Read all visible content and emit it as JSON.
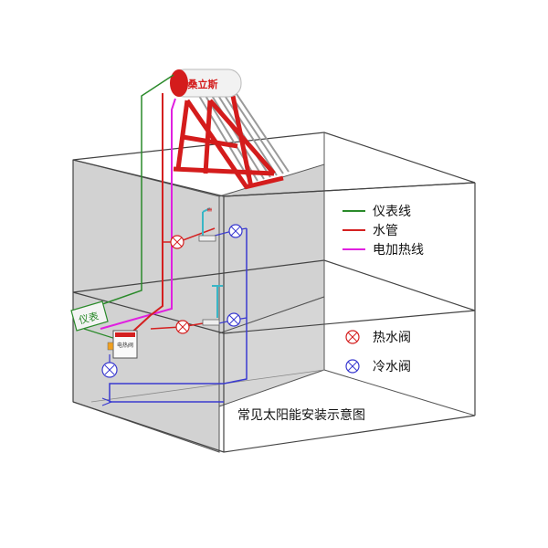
{
  "brand": "桑立斯",
  "meter_box_label": "仪表",
  "controller_label": "电热阀",
  "legend": {
    "instrument_line": {
      "label": "仪表线",
      "color": "#2a8a2a"
    },
    "water_pipe": {
      "label": "水管",
      "color": "#d42020"
    },
    "heating_line": {
      "label": "电加热线",
      "color": "#e020e0"
    },
    "hot_valve": {
      "label": "热水阀",
      "color": "#d42020"
    },
    "cold_valve": {
      "label": "冷水阀",
      "color": "#2a2ab0"
    }
  },
  "caption": "常见太阳能安装示意图",
  "colors": {
    "wall": "#d0d0d0",
    "wall_edge": "#444444",
    "cold_pipe": "#3a3ad0",
    "tank_red": "#d41c1c"
  }
}
